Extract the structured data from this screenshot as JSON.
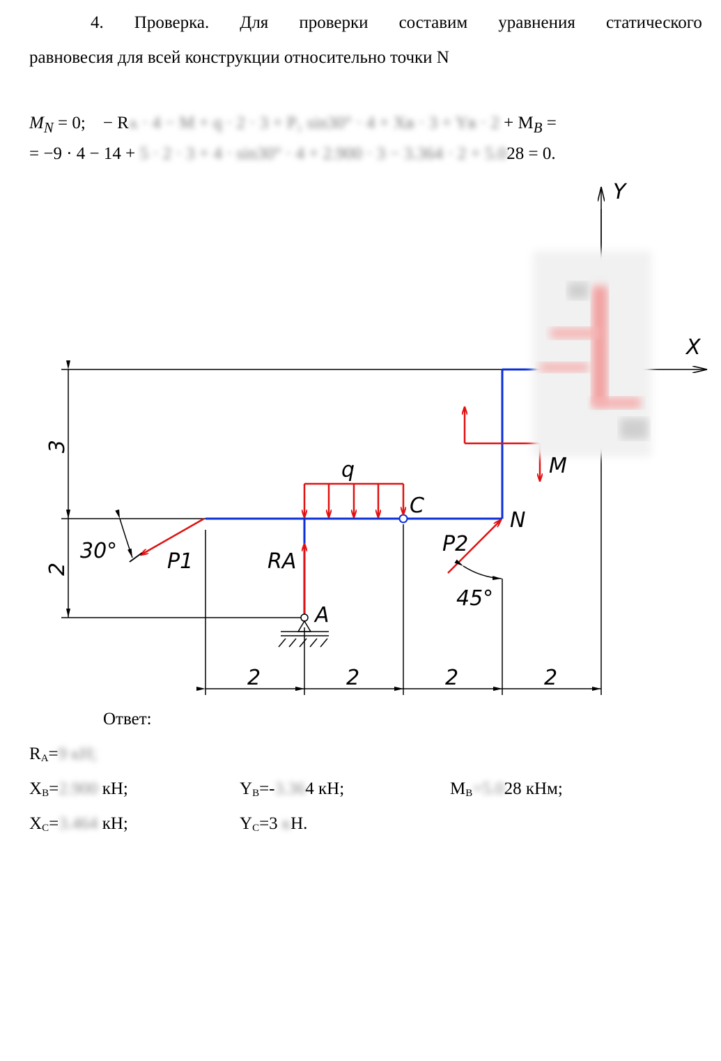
{
  "paragraph": {
    "line1_words": [
      "4.",
      "Проверка.",
      "Для",
      "проверки",
      "составим",
      "уравнения",
      "статического"
    ],
    "line2": "равновесия для всей конструкции относительно точки N"
  },
  "equation": {
    "line1_lhs": "M",
    "line1_lhs_sub": "N",
    "line1_mid": " = 0;    − R",
    "line1_hidden": "ᴀ · 4 − M + q · 2 · 3 + P₁ sin30° · 4 + Xʙ · 3 + Yʙ · 2",
    "line1_end": " + M",
    "line1_end_sub": "B",
    "line1_tail": " =",
    "line2_start": "= −9 · 4 − 14 + ",
    "line2_hidden": "5 · 2 · 3 + 4 · sin30° · 4 + 2.900 · 3 − 3.364 · 2 + 5.0",
    "line2_end": "28 = 0."
  },
  "diagram": {
    "labels": {
      "axis_y": "Y",
      "axis_x": "X",
      "q": "q",
      "c": "C",
      "n": "N",
      "m": "M",
      "p1": "P1",
      "p2": "P2",
      "ra": "RA",
      "a": "A",
      "angle_30": "30°",
      "angle_45": "45°",
      "dim_3": "3",
      "dim_2_vert": "2",
      "dims_bottom": [
        "2",
        "2",
        "2",
        "2"
      ]
    },
    "colors": {
      "frame": "#0a2fd8",
      "force": "#e01010",
      "dim": "#000000"
    }
  },
  "answer": {
    "label": "Ответ:",
    "ra": {
      "name": "R",
      "sub": "A",
      "eq": "=",
      "hidden": "9 кН;"
    },
    "xb": {
      "name": "X",
      "sub": "B",
      "eq": "=",
      "hidden": "2.900",
      "unit": " кН;"
    },
    "yb": {
      "name": "Y",
      "sub": "B",
      "eq": "=-",
      "hidden": "3.36",
      "unit": "4 кН;"
    },
    "mb": {
      "name": "M",
      "sub": "B",
      "eq": "",
      "hidden": "=5.0",
      "unit": "28 кНм;"
    },
    "xc": {
      "name": "X",
      "sub": "C",
      "eq": "=",
      "hidden": "3.464",
      "unit": " кН;"
    },
    "yc": {
      "name": "Y",
      "sub": "C",
      "eq": "=3",
      "hidden": " к",
      "unit": "Н."
    }
  }
}
